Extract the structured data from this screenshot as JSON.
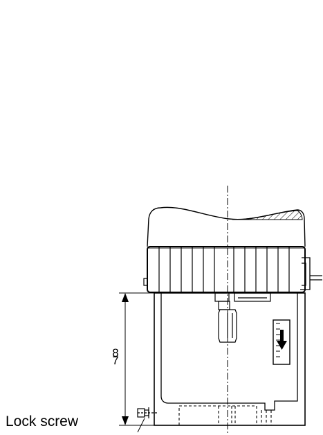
{
  "labels": {
    "dimension_top": "8",
    "dimension_bottom": "7",
    "lock_screw": "Lock screw"
  },
  "icons": {
    "flow_direction": "down-arrow-icon"
  }
}
